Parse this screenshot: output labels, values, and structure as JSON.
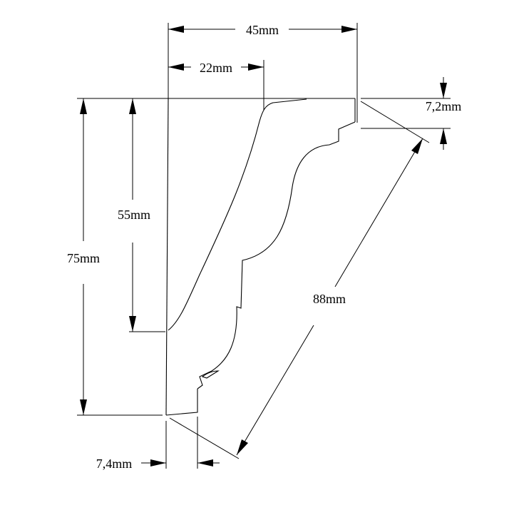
{
  "dimensions": {
    "width_overall": "45mm",
    "width_top_flat": "22mm",
    "height_overall": "75mm",
    "height_wall_contact": "55mm",
    "diagonal_face": "88mm",
    "top_step": "7,2mm",
    "bottom_step": "7,4mm"
  },
  "colors": {
    "line": "#000000",
    "background": "#ffffff"
  }
}
